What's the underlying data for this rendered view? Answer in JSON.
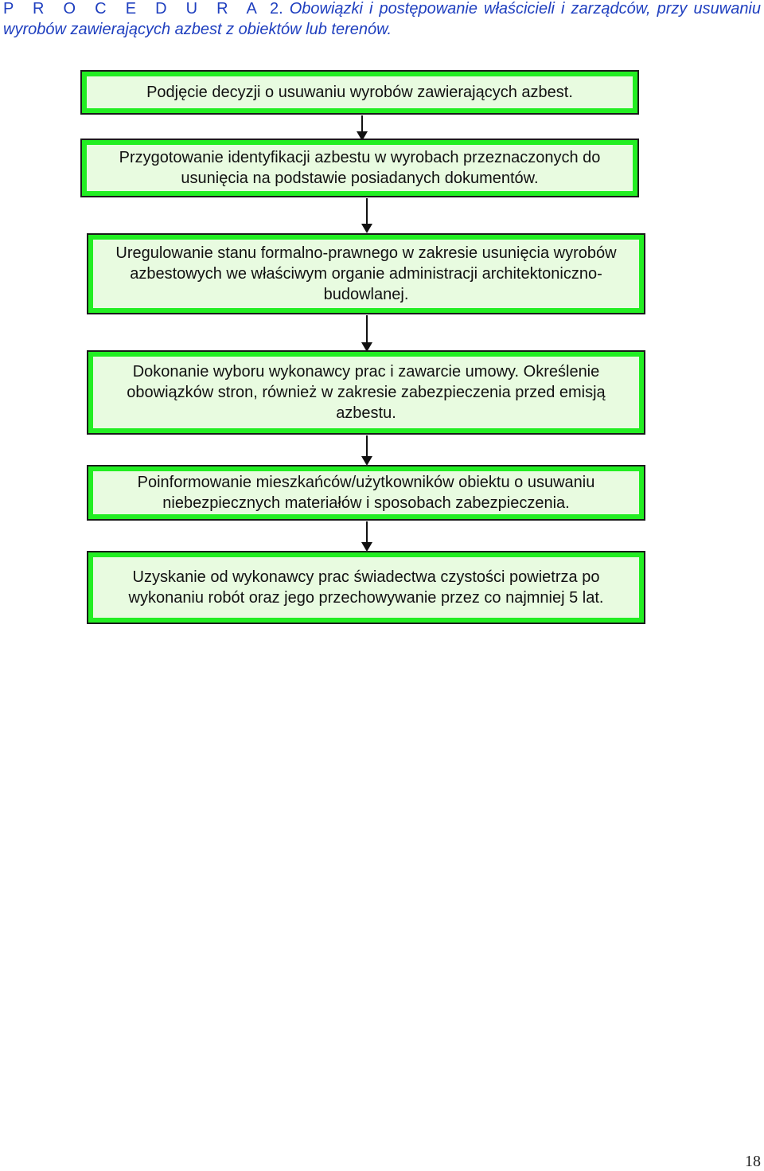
{
  "heading": {
    "label": "P R O C E D U R A",
    "number": "2.",
    "description": "Obowiązki i postępowanie właścicieli i zarządców, przy usuwaniu wyrobów zawierających azbest  z obiektów lub terenów."
  },
  "steps": [
    {
      "text": "Podjęcie decyzji o usuwaniu wyrobów zawierających azbest."
    },
    {
      "text": "Przygotowanie identyfikacji azbestu w wyrobach przeznaczonych do usunięcia na podstawie posiadanych dokumentów."
    },
    {
      "text": "Uregulowanie stanu formalno-prawnego w zakresie usunięcia wyrobów azbestowych we właściwym organie administracji architektoniczno-budowlanej."
    },
    {
      "text": "Dokonanie wyboru wykonawcy prac i zawarcie umowy. Określenie obowiązków stron, również w zakresie zabezpieczenia przed emisją azbestu."
    },
    {
      "text": "Poinformowanie mieszkańców/użytkowników obiektu o usuwaniu niebezpiecznych materiałów i sposobach zabezpieczenia."
    },
    {
      "text": "Uzyskanie od wykonawcy prac świadectwa czystości powietrza po wykonaniu robót oraz jego przechowywanie przez co najmniej 5 lat."
    }
  ],
  "page_number": "18",
  "colors": {
    "box_border": "#22ee22",
    "box_fill": "#e8fbe0",
    "heading_text": "#1f3fbf"
  }
}
